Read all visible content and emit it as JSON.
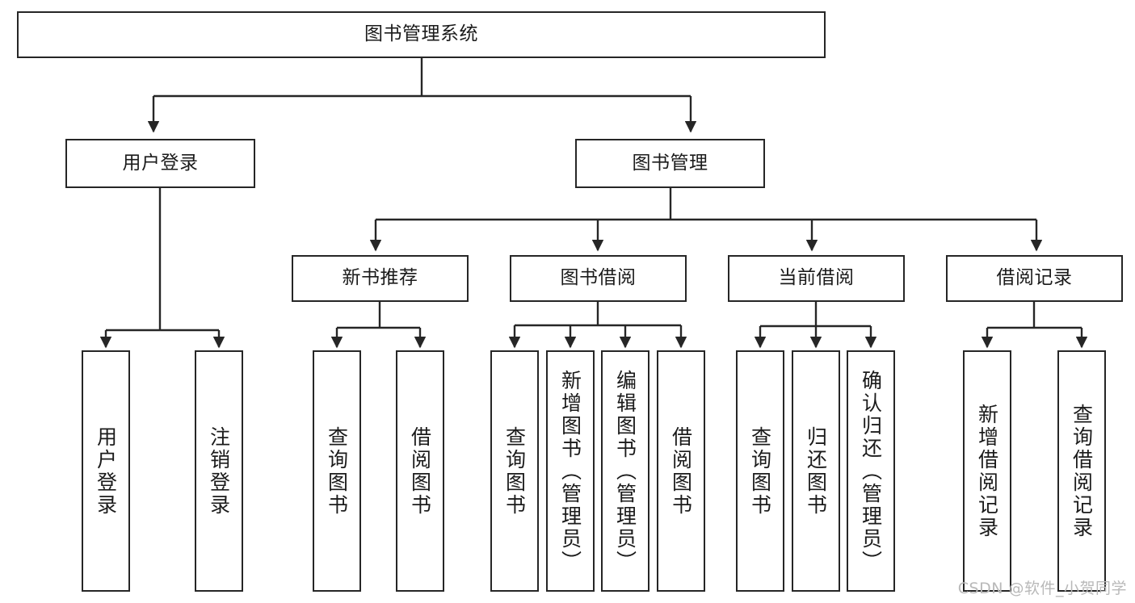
{
  "diagram": {
    "type": "tree",
    "title": "图书管理系统",
    "orientation": "top-down",
    "colors": {
      "box_stroke": "#262626",
      "box_fill": "#ffffff",
      "connector": "#262626",
      "text": "#1b1b1b",
      "watermark": "#b9b9b9",
      "background": "#ffffff"
    }
  },
  "nodes": {
    "root": {
      "label": "图书管理系统"
    },
    "level2": [
      {
        "label": "用户登录"
      },
      {
        "label": "图书管理"
      }
    ],
    "level3": [
      {
        "label": "新书推荐"
      },
      {
        "label": "图书借阅"
      },
      {
        "label": "当前借阅"
      },
      {
        "label": "借阅记录"
      }
    ],
    "leaves": {
      "user_login": [
        {
          "label": "用户登录"
        },
        {
          "label": "注销登录"
        }
      ],
      "new_book": [
        {
          "label": "查询图书"
        },
        {
          "label": "借阅图书"
        }
      ],
      "book_borrow": [
        {
          "label": "查询图书"
        },
        {
          "label": "新增图书（管理员）"
        },
        {
          "label": "编辑图书（管理员）"
        },
        {
          "label": "借阅图书"
        }
      ],
      "current_borrow": [
        {
          "label": "查询图书"
        },
        {
          "label": "归还图书"
        },
        {
          "label": "确认归还（管理员）"
        }
      ],
      "borrow_record": [
        {
          "label": "新增借阅记录"
        },
        {
          "label": "查询借阅记录"
        }
      ]
    }
  },
  "watermark": {
    "text": "CSDN @软件_小贺同学"
  }
}
